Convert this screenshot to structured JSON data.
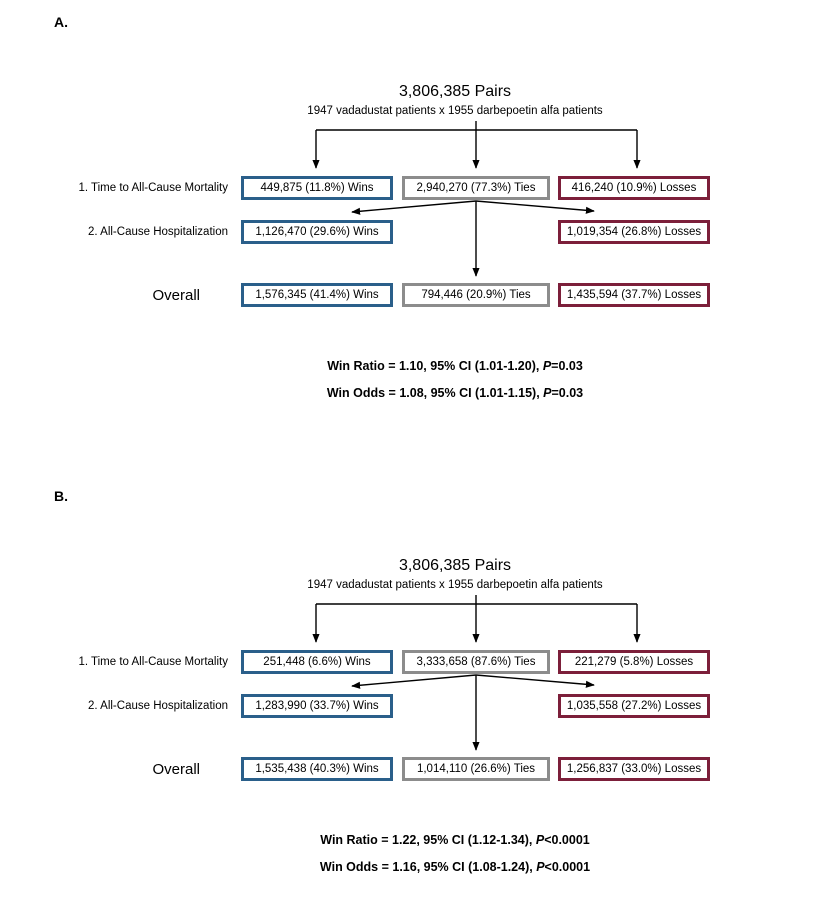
{
  "figure": {
    "colors": {
      "wins_border": "#2A5F8A",
      "ties_border": "#8C8C8C",
      "losses_border": "#7C1F3A"
    },
    "panels": [
      {
        "label": "A.",
        "pairs_title": "3,806,385 Pairs",
        "pairs_subtitle": "1947 vadadustat patients x 1955 darbepoetin alfa patients",
        "rows": [
          {
            "label": "1. Time to All-Cause Mortality",
            "wins": "449,875 (11.8%) Wins",
            "ties": "2,940,270 (77.3%) Ties",
            "losses": "416,240 (10.9%) Losses"
          },
          {
            "label": "2. All-Cause Hospitalization",
            "wins": "1,126,470 (29.6%) Wins",
            "losses": "1,019,354 (26.8%) Losses"
          },
          {
            "label": "Overall",
            "wins": "1,576,345 (41.4%) Wins",
            "ties": "794,446 (20.9%) Ties",
            "losses": "1,435,594 (37.7%) Losses"
          }
        ],
        "win_ratio": {
          "lead": "Win Ratio = 1.10, 95% CI (1.01-1.20), ",
          "p_label": "P",
          "p_value": "=0.03"
        },
        "win_odds": {
          "lead": "Win Odds = 1.08, 95% CI (1.01-1.15), ",
          "p_label": "P",
          "p_value": "=0.03"
        }
      },
      {
        "label": "B.",
        "pairs_title": "3,806,385 Pairs",
        "pairs_subtitle": "1947 vadadustat patients x 1955 darbepoetin alfa patients",
        "rows": [
          {
            "label": "1. Time to All-Cause Mortality",
            "wins": "251,448 (6.6%) Wins",
            "ties": "3,333,658 (87.6%) Ties",
            "losses": "221,279 (5.8%) Losses"
          },
          {
            "label": "2. All-Cause Hospitalization",
            "wins": "1,283,990 (33.7%) Wins",
            "losses": "1,035,558 (27.2%) Losses"
          },
          {
            "label": "Overall",
            "wins": "1,535,438 (40.3%) Wins",
            "ties": "1,014,110 (26.6%) Ties",
            "losses": "1,256,837 (33.0%) Losses"
          }
        ],
        "win_ratio": {
          "lead": "Win Ratio = 1.22, 95% CI (1.12-1.34), ",
          "p_label": "P",
          "p_value": "<0.0001"
        },
        "win_odds": {
          "lead": "Win Odds = 1.16, 95% CI (1.08-1.24), ",
          "p_label": "P",
          "p_value": "<0.0001"
        }
      }
    ]
  }
}
